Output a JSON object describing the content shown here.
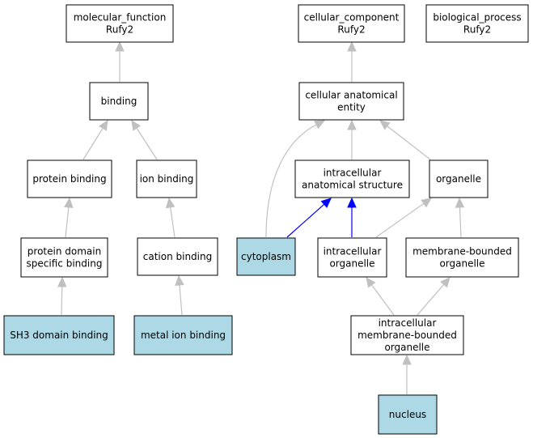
{
  "colors": {
    "highlight_fill": "#add8e6",
    "default_fill": "#ffffff",
    "border": "#000000",
    "gray_edge": "#c0c0c0",
    "blue_edge": "#0000ff"
  },
  "nodes": {
    "mf_root": {
      "lines": [
        "molecular_function",
        "Rufy2"
      ],
      "highlight": false
    },
    "cc_root": {
      "lines": [
        "cellular_component",
        "Rufy2"
      ],
      "highlight": false
    },
    "bp_root": {
      "lines": [
        "biological_process",
        "Rufy2"
      ],
      "highlight": false
    },
    "binding": {
      "lines": [
        "binding"
      ],
      "highlight": false
    },
    "cae": {
      "lines": [
        "cellular anatomical",
        "entity"
      ],
      "highlight": false
    },
    "protein_binding": {
      "lines": [
        "protein binding"
      ],
      "highlight": false
    },
    "ion_binding": {
      "lines": [
        "ion binding"
      ],
      "highlight": false
    },
    "ias": {
      "lines": [
        "intracellular",
        "anatomical structure"
      ],
      "highlight": false
    },
    "organelle": {
      "lines": [
        "organelle"
      ],
      "highlight": false
    },
    "pdsb": {
      "lines": [
        "protein domain",
        "specific binding"
      ],
      "highlight": false
    },
    "cation_binding": {
      "lines": [
        "cation binding"
      ],
      "highlight": false
    },
    "cytoplasm": {
      "lines": [
        "cytoplasm"
      ],
      "highlight": true
    },
    "intra_org": {
      "lines": [
        "intracellular",
        "organelle"
      ],
      "highlight": false
    },
    "mbo": {
      "lines": [
        "membrane-bounded",
        "organelle"
      ],
      "highlight": false
    },
    "sh3": {
      "lines": [
        "SH3 domain binding"
      ],
      "highlight": true
    },
    "metal_ion": {
      "lines": [
        "metal ion binding"
      ],
      "highlight": true
    },
    "imbo": {
      "lines": [
        "intracellular",
        "membrane-bounded",
        "organelle"
      ],
      "highlight": false
    },
    "nucleus": {
      "lines": [
        "nucleus"
      ],
      "highlight": true
    }
  },
  "edges": [
    {
      "from": "binding",
      "to": "mf_root",
      "color": "gray"
    },
    {
      "from": "protein_binding",
      "to": "binding",
      "color": "gray"
    },
    {
      "from": "ion_binding",
      "to": "binding",
      "color": "gray"
    },
    {
      "from": "pdsb",
      "to": "protein_binding",
      "color": "gray"
    },
    {
      "from": "cation_binding",
      "to": "ion_binding",
      "color": "gray"
    },
    {
      "from": "sh3",
      "to": "pdsb",
      "color": "gray"
    },
    {
      "from": "metal_ion",
      "to": "cation_binding",
      "color": "gray"
    },
    {
      "from": "cae",
      "to": "cc_root",
      "color": "gray"
    },
    {
      "from": "cytoplasm",
      "to": "cae",
      "color": "gray"
    },
    {
      "from": "ias",
      "to": "cae",
      "color": "gray"
    },
    {
      "from": "organelle",
      "to": "cae",
      "color": "gray"
    },
    {
      "from": "cytoplasm",
      "to": "ias",
      "color": "blue"
    },
    {
      "from": "intra_org",
      "to": "ias",
      "color": "blue"
    },
    {
      "from": "intra_org",
      "to": "organelle",
      "color": "gray"
    },
    {
      "from": "mbo",
      "to": "organelle",
      "color": "gray"
    },
    {
      "from": "imbo",
      "to": "intra_org",
      "color": "gray"
    },
    {
      "from": "imbo",
      "to": "mbo",
      "color": "gray"
    },
    {
      "from": "nucleus",
      "to": "imbo",
      "color": "gray"
    }
  ]
}
